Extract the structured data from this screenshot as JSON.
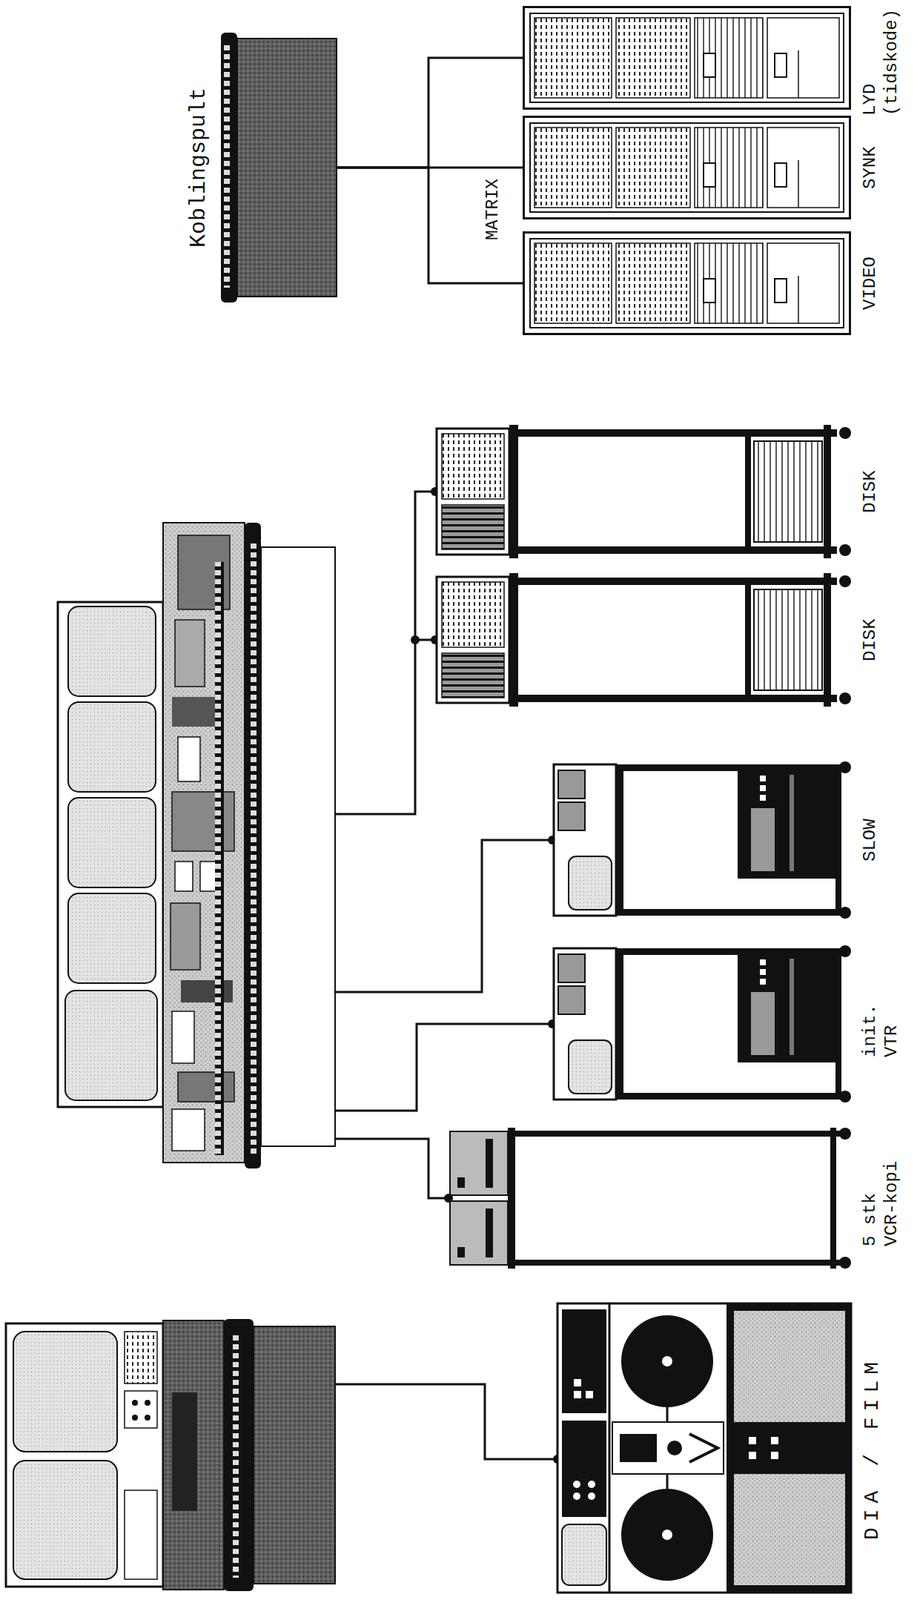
{
  "diagram": {
    "nodes": [
      {
        "text": [
          "Koblingspult"
        ]
      },
      {
        "text": [
          "DIA / FILM"
        ]
      },
      {
        "text": [
          "5 stk VCR-kopi"
        ]
      },
      {
        "text": [
          "init. VTR"
        ]
      },
      {
        "text": [
          "SLOW"
        ]
      },
      {
        "text": [
          "DISK"
        ]
      },
      {
        "text": [
          "DISK"
        ]
      },
      {
        "text": [
          "VIDEO"
        ]
      },
      {
        "text": [
          "SYNK"
        ]
      },
      {
        "text": [
          "LYD (tidskode)"
        ]
      }
    ],
    "edges": [
      {
        "from": 0,
        "to": 7,
        "arrow": "none"
      },
      {
        "from": 0,
        "to": 8,
        "arrow": "none"
      },
      {
        "from": 0,
        "to": 9,
        "arrow": "none"
      }
    ],
    "labels": [
      "MATRIX"
    ]
  }
}
